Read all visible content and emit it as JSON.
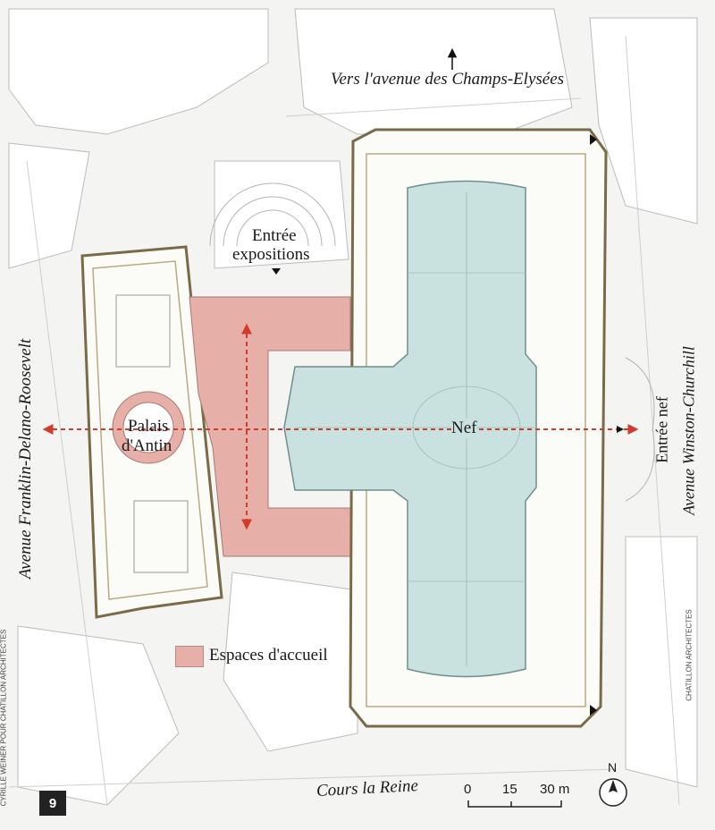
{
  "labels": {
    "champs": "Vers l'avenue des Champs-Elysées",
    "entree_expo": [
      "Entrée",
      "expositions"
    ],
    "palais": [
      "Palais",
      "d'Antin"
    ],
    "nef": "Nef",
    "entree_nef": "Entrée nef",
    "franklin": "Avenue Franklin-Delano-Roosevelt",
    "churchill": "Avenue Winston-Churchill",
    "cours": "Cours la Reine",
    "legend": "Espaces d'accueil",
    "credit_left": "CYRILLE WEINER POUR CHATILLON ARCHITECTES",
    "credit_right": "CHATILLON ARCHITECTES",
    "figure_number": "9",
    "north": "N"
  },
  "scale_bar": {
    "ticks": [
      "0",
      "15",
      "30 m"
    ]
  },
  "colors": {
    "reception": "#e6b0a8",
    "nave": "#c9e1df",
    "walls": "#d8ccae",
    "arrow": "#d23a2a",
    "streets": "#ffffff",
    "ground": "#f4f4f2"
  }
}
